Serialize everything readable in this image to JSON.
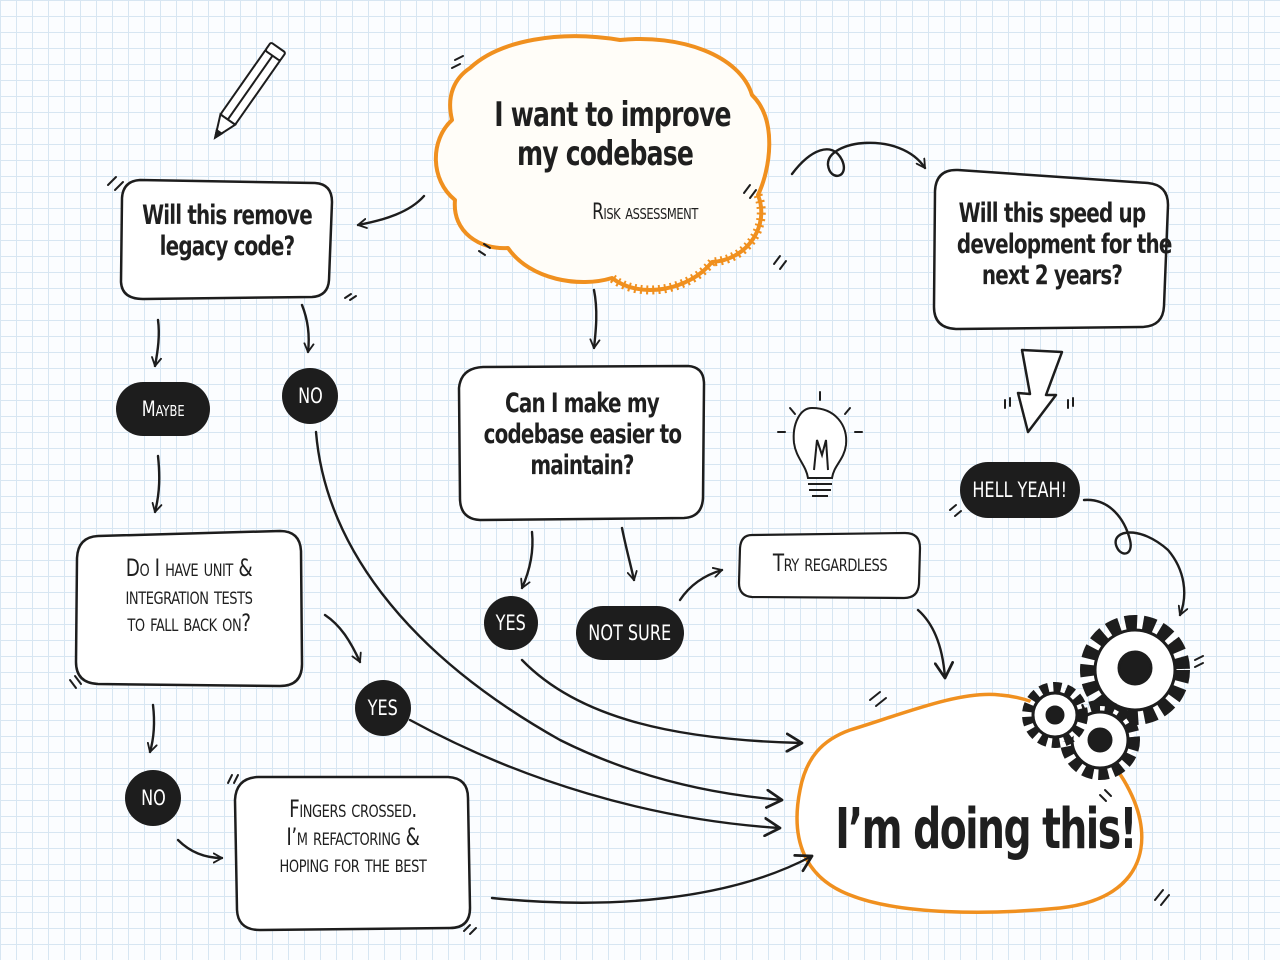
{
  "colors": {
    "ink": "#1d1d1d",
    "accent": "#f0901f",
    "grid": "#d7e6f2"
  },
  "icons": [
    "pencil-icon",
    "lightbulb-icon",
    "gears-icon",
    "big-down-arrow-icon"
  ],
  "nodes": {
    "start": {
      "line1": "I want to improve",
      "line2": "my codebase",
      "caption": "Risk assessment"
    },
    "legacy": {
      "line1": "Will this remove",
      "line2": "legacy code?"
    },
    "speed": {
      "line1": "Will this speed up",
      "line2": "development for the",
      "line3": "next 2 years?"
    },
    "maintain": {
      "line1": "Can I make my",
      "line2": "codebase easier to",
      "line3": "maintain?"
    },
    "tests": {
      "line1": "Do I have unit &",
      "line2": "integration tests",
      "line3": "to fall back on?"
    },
    "fingers": {
      "line1": "Fingers crossed.",
      "line2": "I’m refactoring &",
      "line3": "hoping for the best"
    },
    "try": {
      "label": "Try regardless"
    },
    "final": {
      "label": "I’m doing this!"
    }
  },
  "pills": {
    "maybe": "Maybe",
    "no_legacy": "NO",
    "yes_maintain": "YES",
    "not_sure": "NOT SURE",
    "hell_yeah": "HELL YEAH!",
    "yes_tests": "YES",
    "no_tests": "NO"
  }
}
